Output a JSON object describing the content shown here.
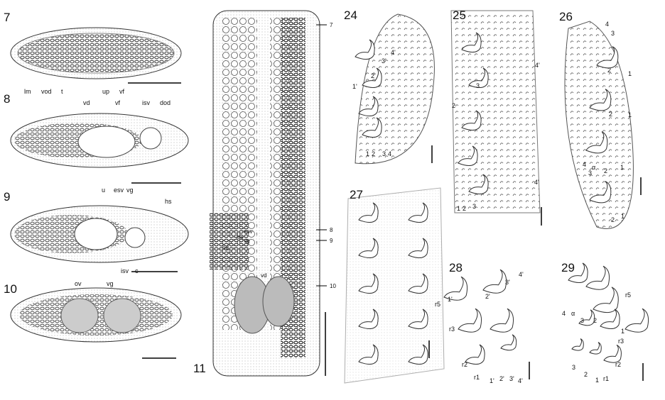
{
  "panels": {
    "p7": {
      "number": "7",
      "labels": [
        "lm",
        "vod",
        "t",
        "up",
        "vf"
      ]
    },
    "p8": {
      "number": "8",
      "labels": [
        "vd",
        "vf",
        "isv",
        "dod",
        "u",
        "esv",
        "vg"
      ]
    },
    "p9": {
      "number": "9",
      "labels": [
        "hs",
        "isv",
        "c"
      ]
    },
    "p10": {
      "number": "10",
      "labels": [
        "ov",
        "vg"
      ]
    },
    "p11": {
      "number": "11",
      "arrows": [
        "7",
        "8",
        "9",
        "10"
      ],
      "labels": [
        "esv",
        "isv",
        "vg",
        "hd",
        "vd"
      ]
    },
    "p24": {
      "number": "24",
      "labels": [
        "4'",
        "3'",
        "2'",
        "1'",
        "1",
        "2",
        "3",
        "4"
      ]
    },
    "p25": {
      "number": "25",
      "labels": [
        "4'",
        "3",
        "2",
        "1",
        "2",
        "3",
        "4'"
      ]
    },
    "p26": {
      "number": "26",
      "labels": [
        "4",
        "3",
        "2",
        "1",
        "2",
        "1",
        "4",
        "α",
        "3",
        "2",
        "1",
        "2",
        "1"
      ]
    },
    "p27": {
      "number": "27"
    },
    "p28": {
      "number": "28",
      "labels": [
        "4'",
        "3'",
        "r5",
        "1'",
        "2'",
        "r3",
        "r2",
        "r1",
        "1'",
        "2'",
        "3'",
        "4'"
      ]
    },
    "p29": {
      "number": "29",
      "labels": [
        "r5",
        "4",
        "α",
        "3",
        "2",
        "1",
        "r3",
        "r2",
        "3",
        "2",
        "1",
        "r1"
      ]
    }
  }
}
